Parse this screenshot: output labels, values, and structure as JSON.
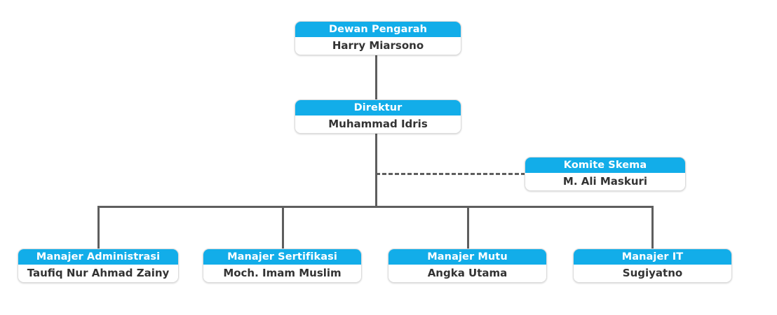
{
  "chart": {
    "type": "org-chart",
    "background_color": "#ffffff",
    "accent_color": "#12ade9",
    "connector_color": "#5e5e5e",
    "nodes": [
      {
        "id": "dewan-pengarah",
        "title": "Dewan Pengarah",
        "name": "Harry Miarsono"
      },
      {
        "id": "direktur",
        "title": "Direktur",
        "name": "Muhammad Idris"
      },
      {
        "id": "komite-skema",
        "title": "Komite Skema",
        "name": "M. Ali Maskuri"
      },
      {
        "id": "manajer-administrasi",
        "title": "Manajer Administrasi",
        "name": "Taufiq Nur Ahmad Zainy"
      },
      {
        "id": "manajer-sertifikasi",
        "title": "Manajer Sertifikasi",
        "name": "Moch. Imam Muslim"
      },
      {
        "id": "manajer-mutu",
        "title": "Manajer Mutu",
        "name": "Angka Utama"
      },
      {
        "id": "manajer-it",
        "title": "Manajer IT",
        "name": "Sugiyatno"
      }
    ],
    "edges": [
      {
        "from": "dewan-pengarah",
        "to": "direktur",
        "style": "solid"
      },
      {
        "from": "direktur",
        "to": "komite-skema",
        "style": "dashed"
      },
      {
        "from": "direktur",
        "to": "manajer-administrasi",
        "style": "solid"
      },
      {
        "from": "direktur",
        "to": "manajer-sertifikasi",
        "style": "solid"
      },
      {
        "from": "direktur",
        "to": "manajer-mutu",
        "style": "solid"
      },
      {
        "from": "direktur",
        "to": "manajer-it",
        "style": "solid"
      }
    ]
  }
}
